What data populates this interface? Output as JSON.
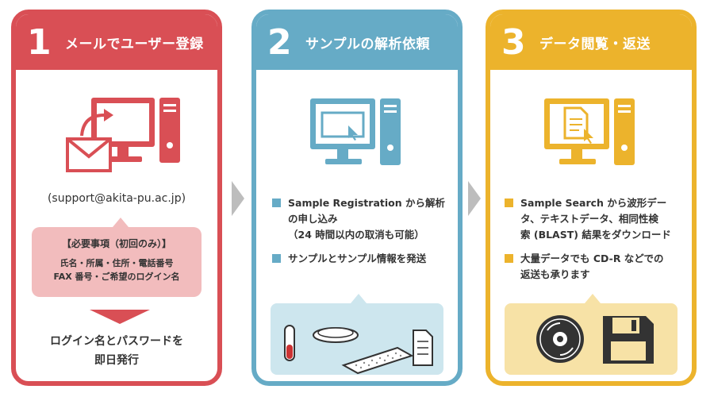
{
  "steps": [
    {
      "number": "1",
      "title": "メールでユーザー登録",
      "email": "(support@akita-pu.ac.jp)",
      "required_title": "【必要事項（初回のみ）】",
      "required_line1": "氏名・所属・住所・電話番号",
      "required_line2": "FAX 番号・ご希望のログイン名",
      "result_line1": "ログイン名とパスワードを",
      "result_line2": "即日発行"
    },
    {
      "number": "2",
      "title": "サンプルの解析依頼",
      "bullet1_line1": "Sample Registration から解析",
      "bullet1_line2": "の申し込み",
      "bullet1_line3": "（24 時間以内の取消も可能）",
      "bullet2": "サンプルとサンプル情報を発送"
    },
    {
      "number": "3",
      "title": "データ閲覧・返送",
      "bullet1_line1": "Sample Search から波形デー",
      "bullet1_line2": "タ、テキストデータ、相同性検",
      "bullet1_line3": "索 (BLAST) 結果をダウンロード",
      "bullet2_line1": "大量データでも CD-R などでの",
      "bullet2_line2": "返送も承ります"
    }
  ],
  "colors": {
    "step1": "#d94f55",
    "step2": "#66abc6",
    "step3": "#ecb32c",
    "pink": "#f2bcbd",
    "lightblue": "#cde6ee",
    "lightyellow": "#f7e2a6"
  }
}
